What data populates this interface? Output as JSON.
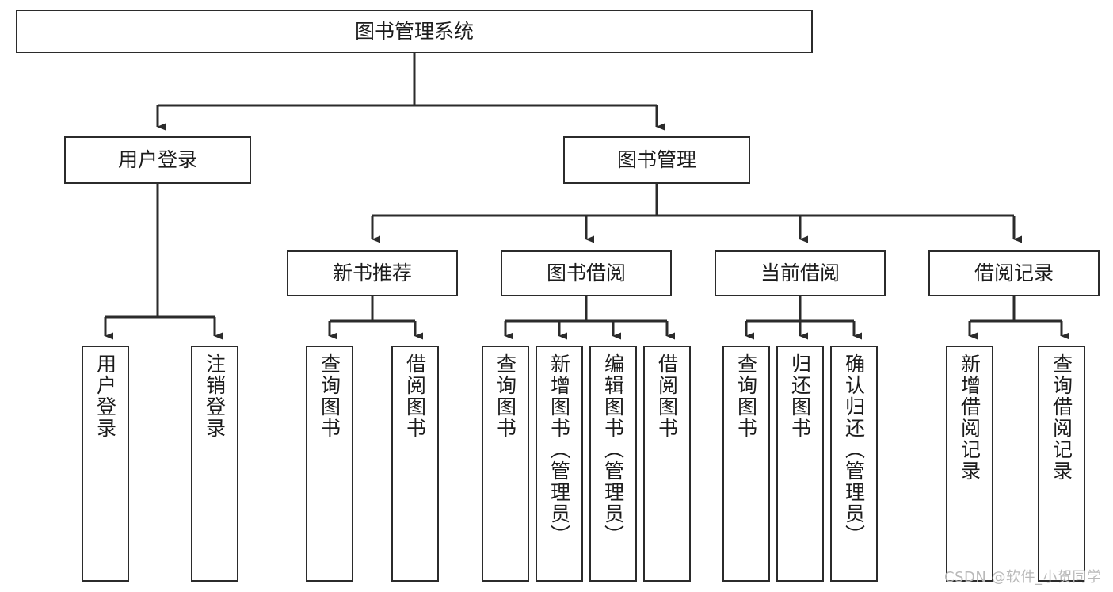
{
  "diagram": {
    "type": "tree-hierarchy",
    "title": "图书管理系统",
    "orientation": "top-down",
    "colors": {
      "box_border": "#2b2b2b",
      "box_fill": "#ffffff",
      "connector": "#2b2b2b",
      "text": "#1c1c1c",
      "watermark": "#b9b9b9",
      "background": "#ffffff"
    }
  },
  "nodes": {
    "root": {
      "label": "图书管理系统"
    },
    "level1": [
      {
        "id": "user-login",
        "label": "用户登录"
      },
      {
        "id": "book-manage",
        "label": "图书管理"
      }
    ],
    "level2": [
      {
        "id": "new-book-recommend",
        "label": "新书推荐"
      },
      {
        "id": "book-borrow",
        "label": "图书借阅"
      },
      {
        "id": "current-borrow",
        "label": "当前借阅"
      },
      {
        "id": "borrow-record",
        "label": "借阅记录"
      }
    ],
    "leaves": {
      "user-login": [
        {
          "id": "leaf-user-login",
          "label": "用户登录"
        },
        {
          "id": "leaf-user-logout",
          "label": "注销登录"
        }
      ],
      "new-book-recommend": [
        {
          "id": "leaf-query-book-1",
          "label": "查询图书"
        },
        {
          "id": "leaf-borrow-book-1",
          "label": "借阅图书"
        }
      ],
      "book-borrow": [
        {
          "id": "leaf-query-book-2",
          "label": "查询图书"
        },
        {
          "id": "leaf-add-book",
          "label": "新增图书（管理员）"
        },
        {
          "id": "leaf-edit-book",
          "label": "编辑图书（管理员）"
        },
        {
          "id": "leaf-borrow-book-2",
          "label": "借阅图书"
        }
      ],
      "current-borrow": [
        {
          "id": "leaf-query-book-3",
          "label": "查询图书"
        },
        {
          "id": "leaf-return-book",
          "label": "归还图书"
        },
        {
          "id": "leaf-confirm-return",
          "label": "确认归还（管理员）"
        }
      ],
      "borrow-record": [
        {
          "id": "leaf-add-record",
          "label": "新增借阅记录"
        },
        {
          "id": "leaf-query-record",
          "label": "查询借阅记录"
        }
      ]
    }
  },
  "watermark": {
    "text": "CSDN @软件_小贺同学"
  }
}
